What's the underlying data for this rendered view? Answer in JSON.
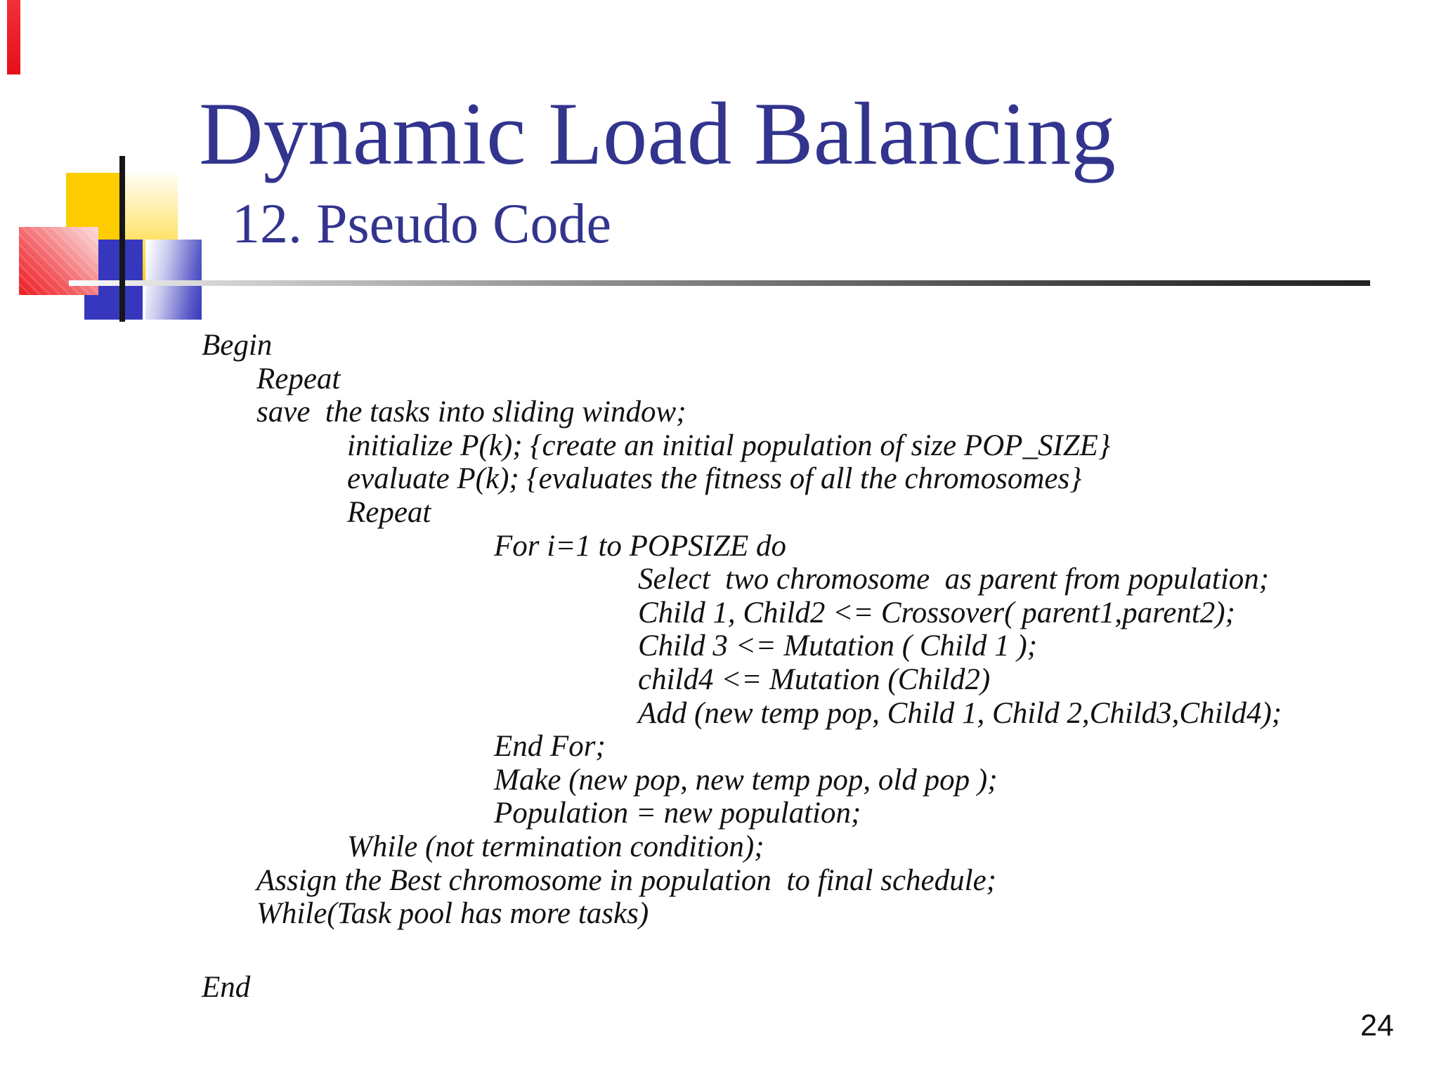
{
  "slide": {
    "title": "Dynamic Load Balancing",
    "subtitle": "12. Pseudo Code",
    "code_lines": [
      {
        "indent": 0,
        "text": "Begin"
      },
      {
        "indent": 1,
        "text": "Repeat"
      },
      {
        "indent": 1,
        "text": "save  the tasks into sliding window;"
      },
      {
        "indent": 2,
        "text": "initialize P(k); {create an initial population of size POP_SIZE}"
      },
      {
        "indent": 2,
        "text": "evaluate P(k); {evaluates the fitness of all the chromosomes}"
      },
      {
        "indent": 2,
        "text": "Repeat"
      },
      {
        "indent": 3,
        "text": "For i=1 to POPSIZE do"
      },
      {
        "indent": 4,
        "text": "Select  two chromosome  as parent from population;"
      },
      {
        "indent": 4,
        "text": "Child 1, Child2 <= Crossover( parent1,parent2);"
      },
      {
        "indent": 4,
        "text": "Child 3 <= Mutation ( Child 1 );"
      },
      {
        "indent": 4,
        "text": "child4 <= Mutation (Child2)"
      },
      {
        "indent": 4,
        "text": "Add (new temp pop, Child 1, Child 2,Child3,Child4);"
      },
      {
        "indent": 3,
        "text": "End For;"
      },
      {
        "indent": 3,
        "text": "Make (new pop, new temp pop, old pop );"
      },
      {
        "indent": 3,
        "text": "Population = new population;"
      },
      {
        "indent": 2,
        "text": "While (not termination condition);"
      },
      {
        "indent": 1,
        "text": "Assign the Best chromosome in population  to final schedule;"
      },
      {
        "indent": 1,
        "text": "While(Task pool has more tasks)"
      }
    ],
    "end_label": "End",
    "page_number": "24",
    "colors": {
      "heading_blue": "#32348e",
      "square_yellow": "#ffcc00",
      "square_blue": "#3737be",
      "square_red": "#ee1b22",
      "divider_dark": "#232323",
      "text_black": "#111111"
    }
  }
}
